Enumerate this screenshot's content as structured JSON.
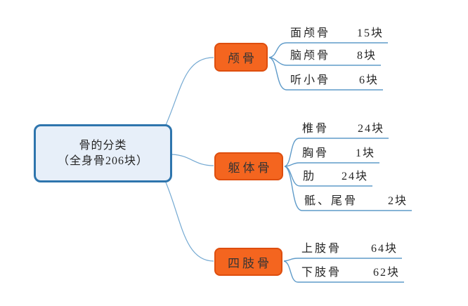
{
  "diagram": {
    "type": "mindmap",
    "root": {
      "title": "骨的分类",
      "subtitle": "（全身骨206块）"
    },
    "branches": [
      {
        "label": "颅骨",
        "leaves": [
          {
            "name": "面颅骨",
            "count": "15块"
          },
          {
            "name": "脑颅骨",
            "count": "8块"
          },
          {
            "name": "听小骨",
            "count": "6块"
          }
        ]
      },
      {
        "label": "躯体骨",
        "leaves": [
          {
            "name": "椎骨",
            "count": "24块"
          },
          {
            "name": "胸骨",
            "count": "1块"
          },
          {
            "name": "肋",
            "count": "24块"
          },
          {
            "name": "骶、尾骨",
            "count": "2块"
          }
        ]
      },
      {
        "label": "四肢骨",
        "leaves": [
          {
            "name": "上肢骨",
            "count": "64块"
          },
          {
            "name": "下肢骨",
            "count": "62块"
          }
        ]
      }
    ],
    "colors": {
      "branch_fill": "#f4651f",
      "branch_border": "#de4e0e",
      "root_fill": "#e7eff9",
      "root_border": "#2e75ad",
      "connector": "#74a9d2",
      "leaf_line": "#5f9bc9",
      "text": "#262626"
    }
  }
}
